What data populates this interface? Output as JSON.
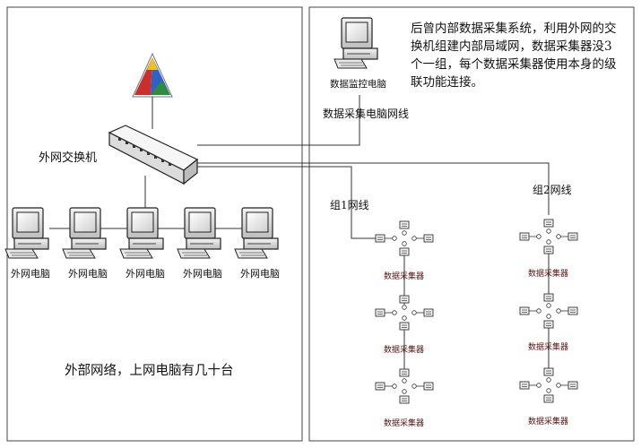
{
  "description": "后曾内部数据采集系统，利用外网的交换机组建内部局域网，数据采集器没3个一组，每个数据采集器使用本身的级联功能连接。",
  "monitor_pc_label": "数据监控电脑",
  "monitor_cable_label": "数据采集电脑网线",
  "switch_label": "外网交换机",
  "group1_cable_label": "组1网线",
  "group2_cable_label": "组2网线",
  "external_pc_label": "外网电脑",
  "external_network_label": "外部网络，上网电脑有几十台",
  "daq_label": "数据采集器",
  "external_pcs": [
    "外网电脑",
    "外网电脑",
    "外网电脑",
    "外网电脑",
    "外网电脑"
  ],
  "group1_daqs": [
    "数据采集器",
    "数据采集器",
    "数据采集器"
  ],
  "group2_daqs": [
    "数据采集器",
    "数据采集器",
    "数据采集器"
  ],
  "colors": {
    "line": "#333333",
    "icon": "#555555",
    "daq_text": "#5a1010"
  },
  "icons": [
    "computer-icon",
    "network-switch-icon",
    "internet-router-icon",
    "data-collector-icon"
  ]
}
